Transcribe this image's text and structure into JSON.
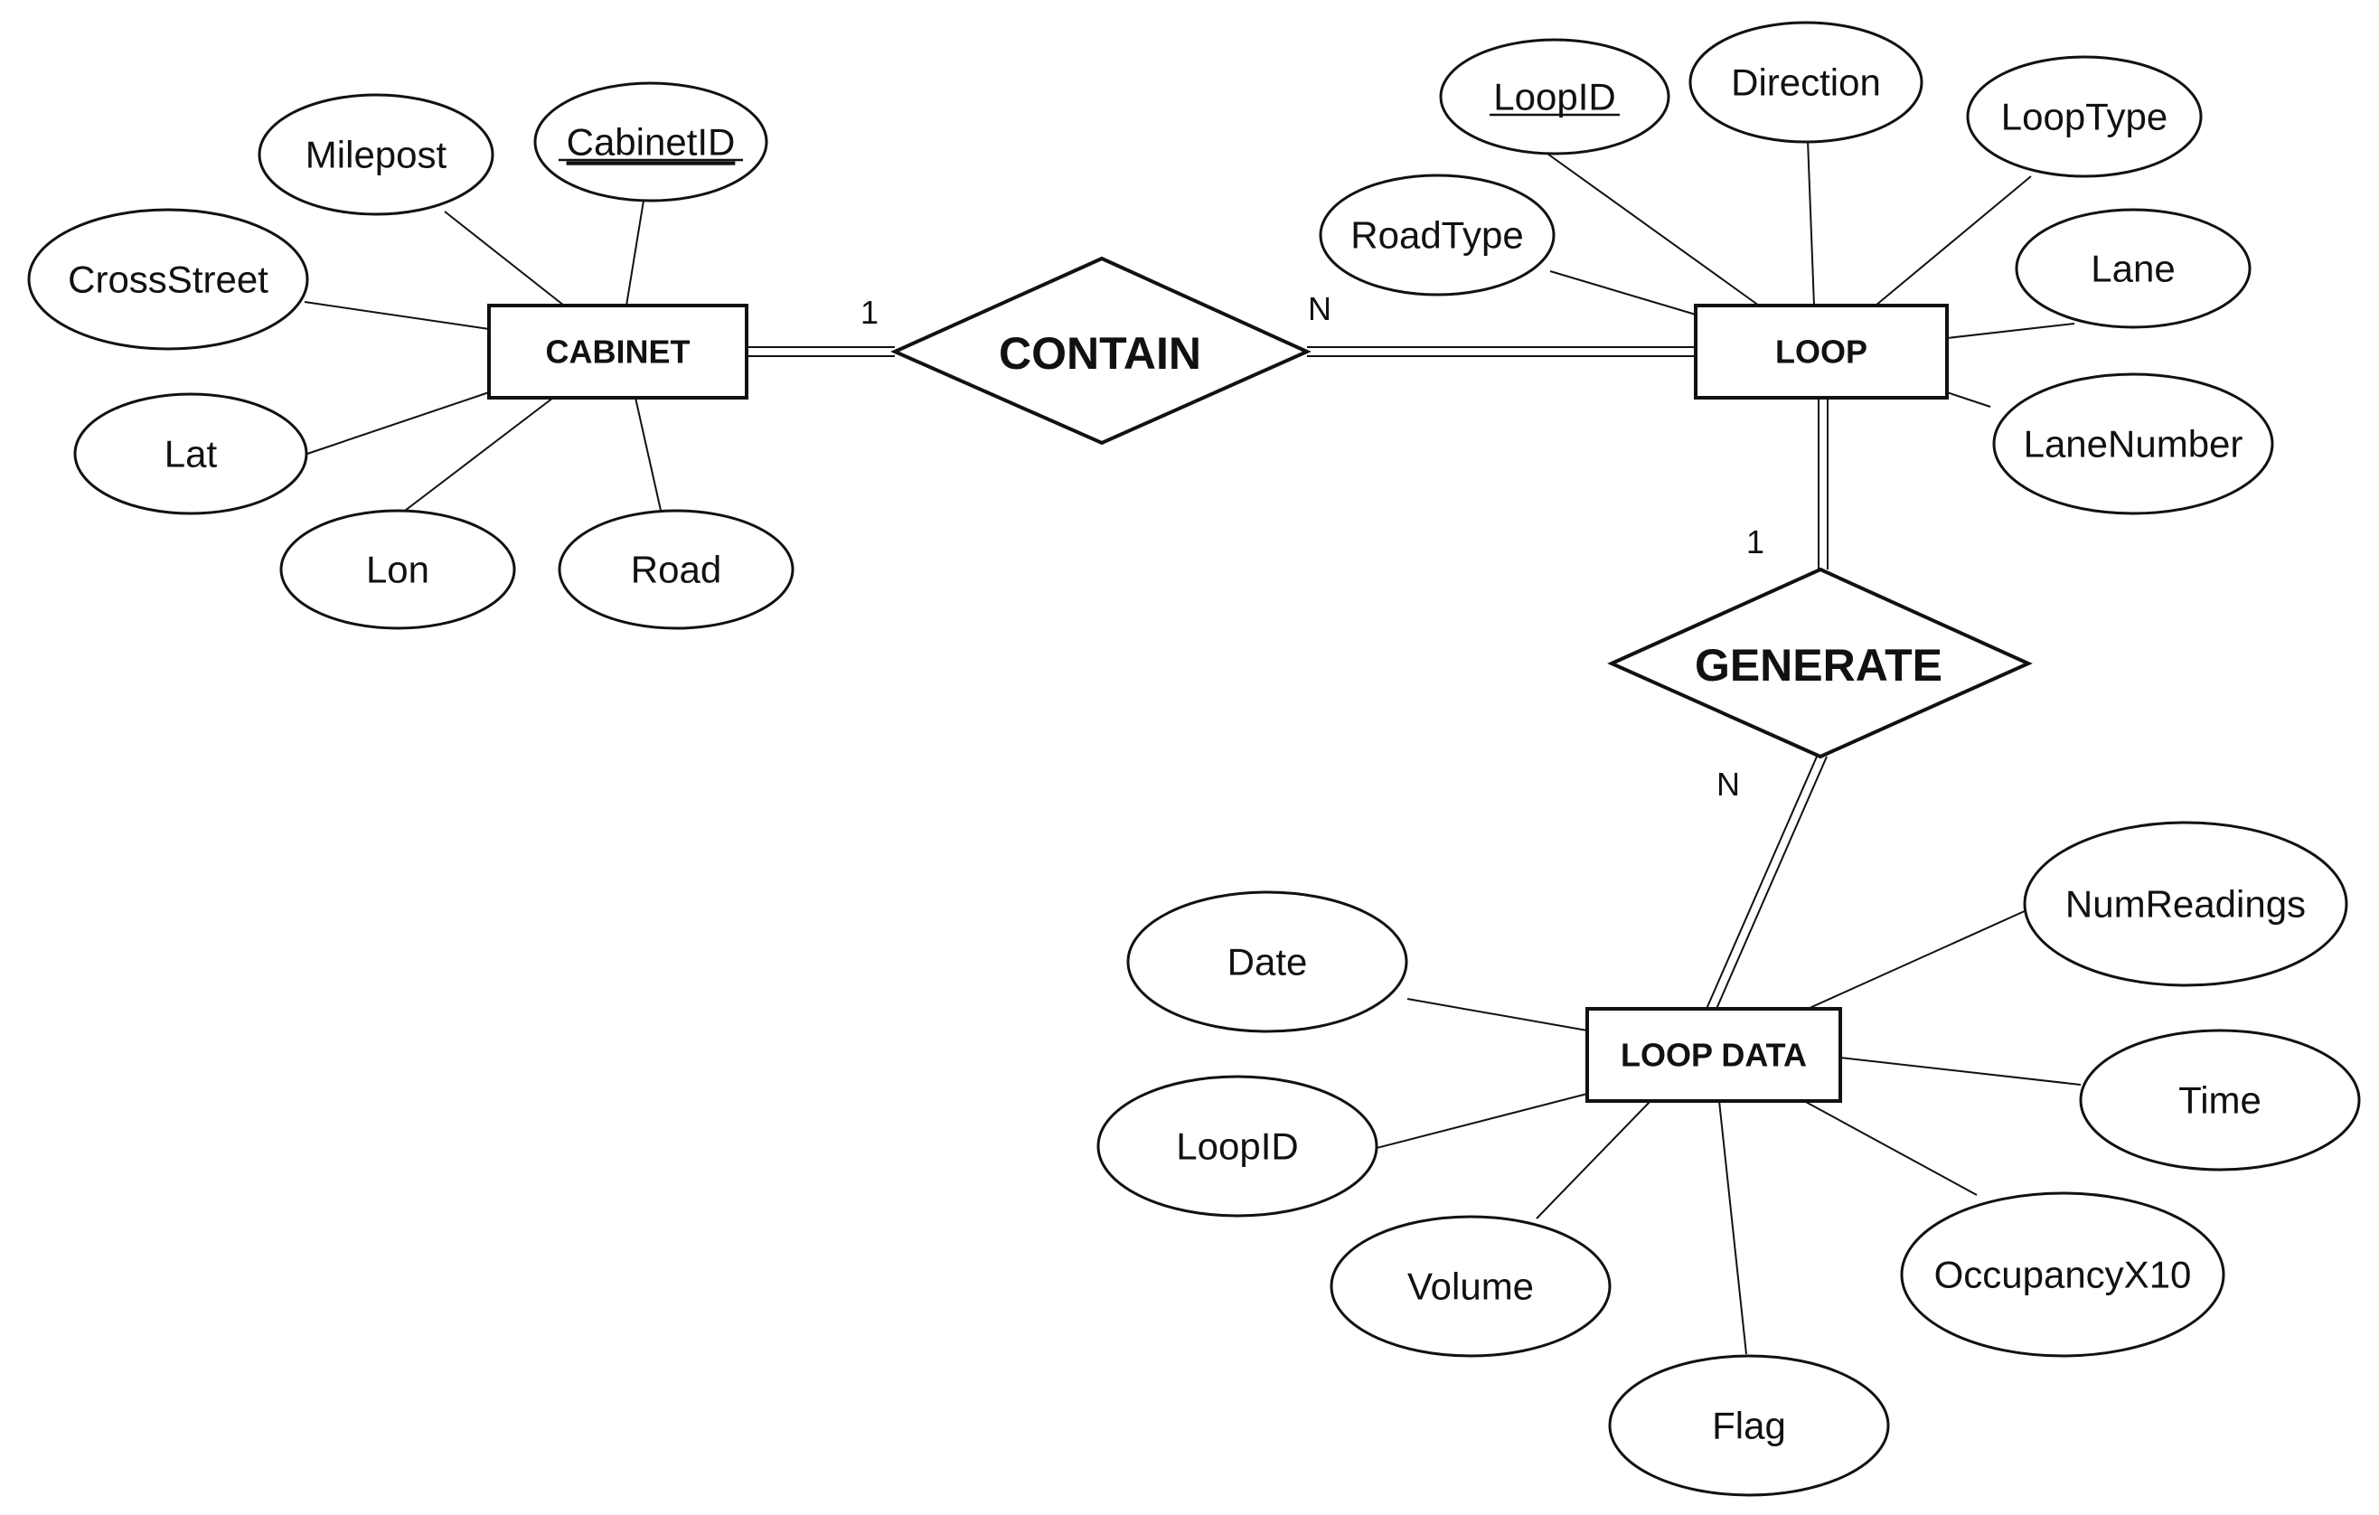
{
  "entities": {
    "cabinet": "CABINET",
    "loop": "LOOP",
    "loop_data": "LOOP DATA"
  },
  "relationships": {
    "contain": "CONTAIN",
    "generate": "GENERATE"
  },
  "cardinalities": {
    "contain_cabinet_side": "1",
    "contain_loop_side": "N",
    "generate_loop_side": "1",
    "generate_loopdata_side": "N"
  },
  "attributes": {
    "cabinet": {
      "cabinet_id": "CabinetID",
      "milepost": "Milepost",
      "cross_street": "CrossStreet",
      "lat": "Lat",
      "lon": "Lon",
      "road": "Road"
    },
    "loop": {
      "loop_id": "LoopID",
      "direction": "Direction",
      "loop_type": "LoopType",
      "road_type": "RoadType",
      "lane": "Lane",
      "lane_number": "LaneNumber"
    },
    "loop_data": {
      "date": "Date",
      "loop_id": "LoopID",
      "volume": "Volume",
      "flag": "Flag",
      "occupancy_x10": "OccupancyX10",
      "time": "Time",
      "num_readings": "NumReadings"
    }
  },
  "key_attributes": [
    "CabinetID",
    "LoopID (LOOP)"
  ]
}
